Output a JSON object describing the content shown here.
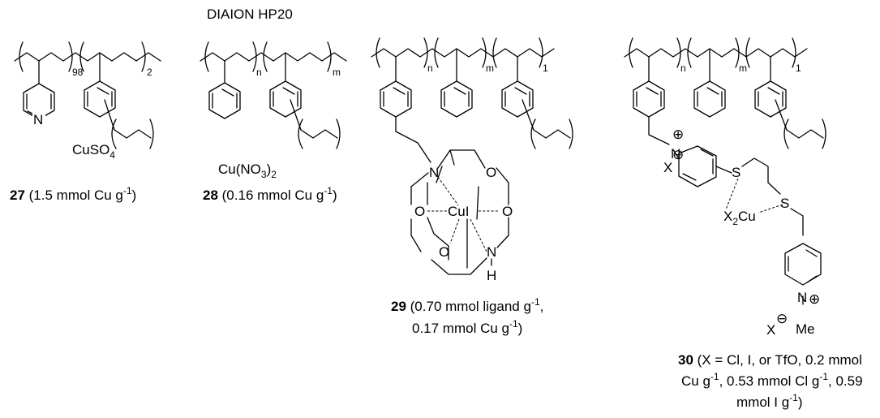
{
  "header": {
    "resin_name": "DIAION HP20"
  },
  "structures": [
    {
      "id": "27",
      "reps": {
        "a": "98",
        "b": "2"
      },
      "reagent": {
        "pre": "CuSO",
        "sub": "4",
        "post": ""
      },
      "caption": {
        "num": "27",
        "t1": " (1.5 mmol Cu g",
        "sup": "-1",
        "t2": ")"
      }
    },
    {
      "id": "28",
      "reps": {
        "a": "n",
        "b": "m"
      },
      "reagent": {
        "pre": "Cu(NO",
        "sub": "3",
        "mid": ")",
        "sub2": "2"
      },
      "caption": {
        "num": "28",
        "t1": " (0.16 mmol Cu g",
        "sup": "-1",
        "t2": ")"
      }
    },
    {
      "id": "29",
      "reps": {
        "a": "n",
        "b": "m",
        "c": "1"
      },
      "atoms": {
        "n": "N",
        "o": "O",
        "metal": "CuI",
        "h": "H"
      },
      "caption": {
        "num": "29",
        "t1": " (0.70 mmol ligand g",
        "sup1": "-1",
        "t2": ",",
        "t3": "0.17 mmol Cu g",
        "sup2": "-1",
        "t4": ")"
      }
    },
    {
      "id": "30",
      "reps": {
        "a": "n",
        "b": "m",
        "c": "1"
      },
      "atoms": {
        "x": "X",
        "minus": "⊖",
        "plus": "⊕",
        "n": "N",
        "s": "S",
        "x2": "X",
        "two": "2",
        "cu": "Cu",
        "me": "Me"
      },
      "caption": {
        "num": "30",
        "l1": " (X = Cl, I, or TfO, 0.2 mmol",
        "l2a": "Cu g",
        "l2sup1": "-1",
        "l2b": ", 0.53 mmol Cl g",
        "l2sup2": "-1",
        "l2c": ", 0.59",
        "l3a": "mmol I g",
        "l3sup": "-1",
        "l3b": ")"
      }
    }
  ]
}
